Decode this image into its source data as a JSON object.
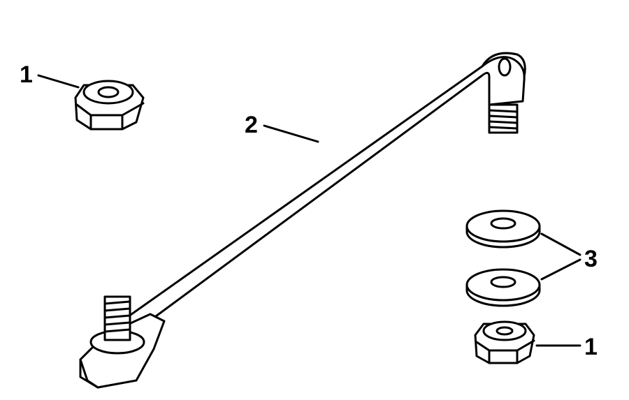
{
  "callouts": {
    "nut_top_left": "1",
    "drag_link": "2",
    "washers": "3",
    "nut_bottom_right": "1"
  }
}
